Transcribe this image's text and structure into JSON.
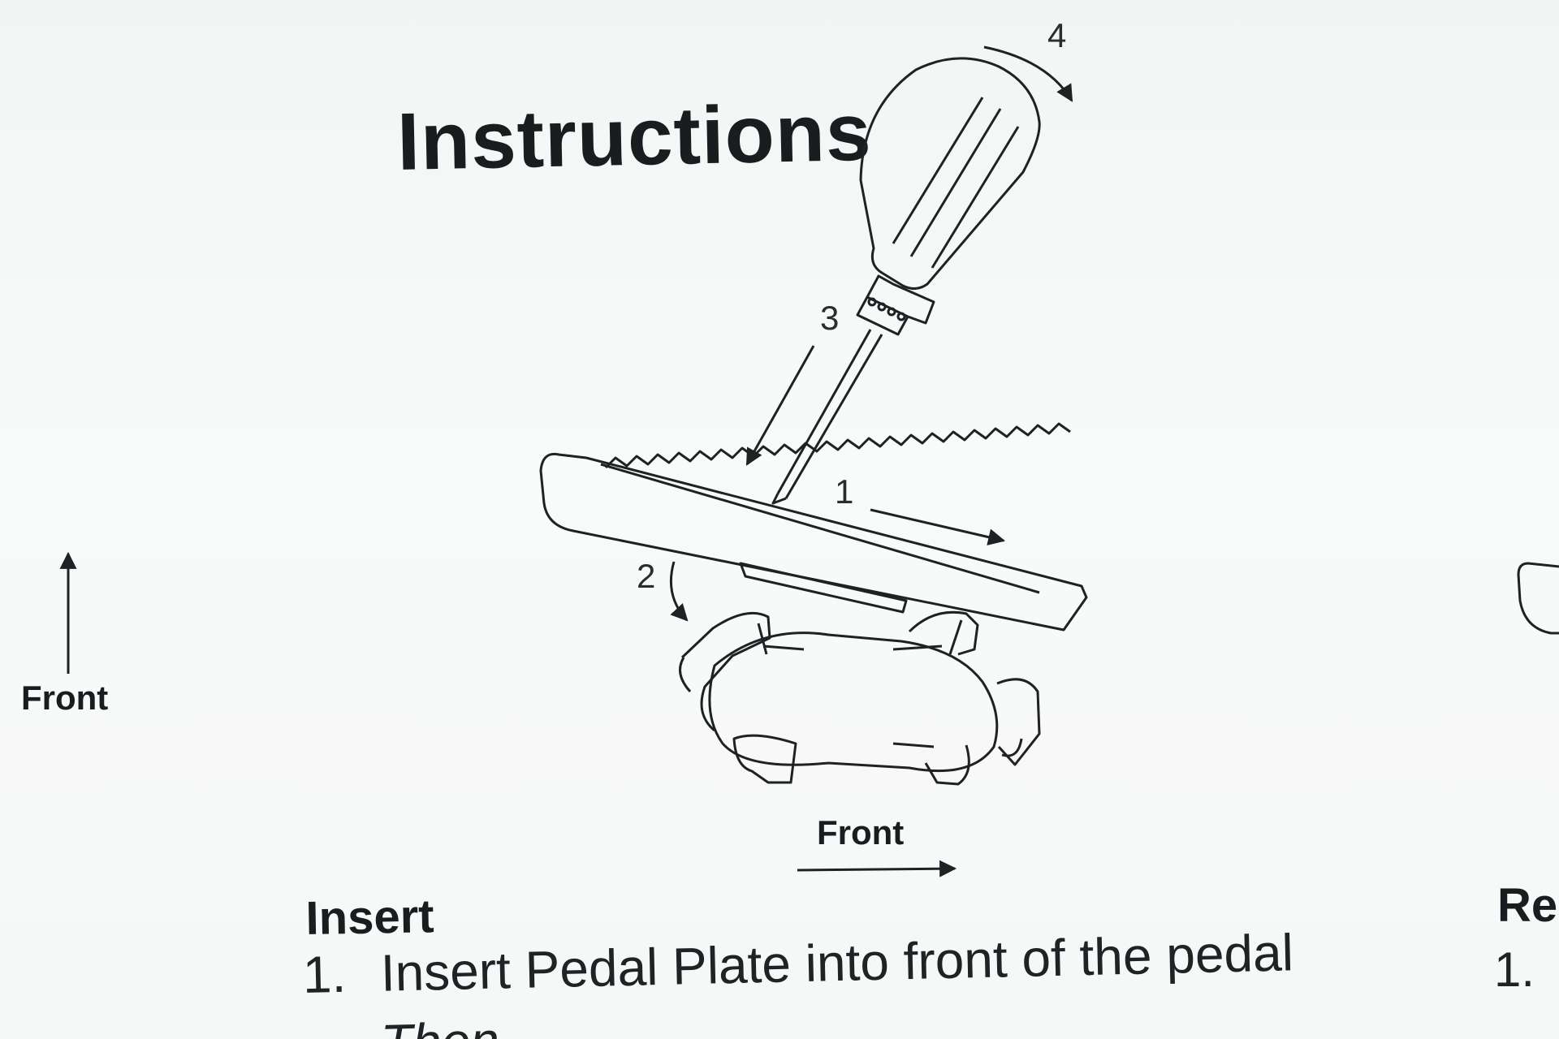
{
  "title": "Instructions",
  "diagram": {
    "steps": [
      "1",
      "2",
      "3",
      "4"
    ],
    "front_left": "Front",
    "front_bottom": "Front"
  },
  "insert_section": {
    "heading": "Insert",
    "step1_number": "1.",
    "step1_text": "Insert Pedal Plate into front of the pedal",
    "step1_continuation": "Then"
  },
  "right_section": {
    "heading": "Re",
    "step1_number": "1."
  }
}
